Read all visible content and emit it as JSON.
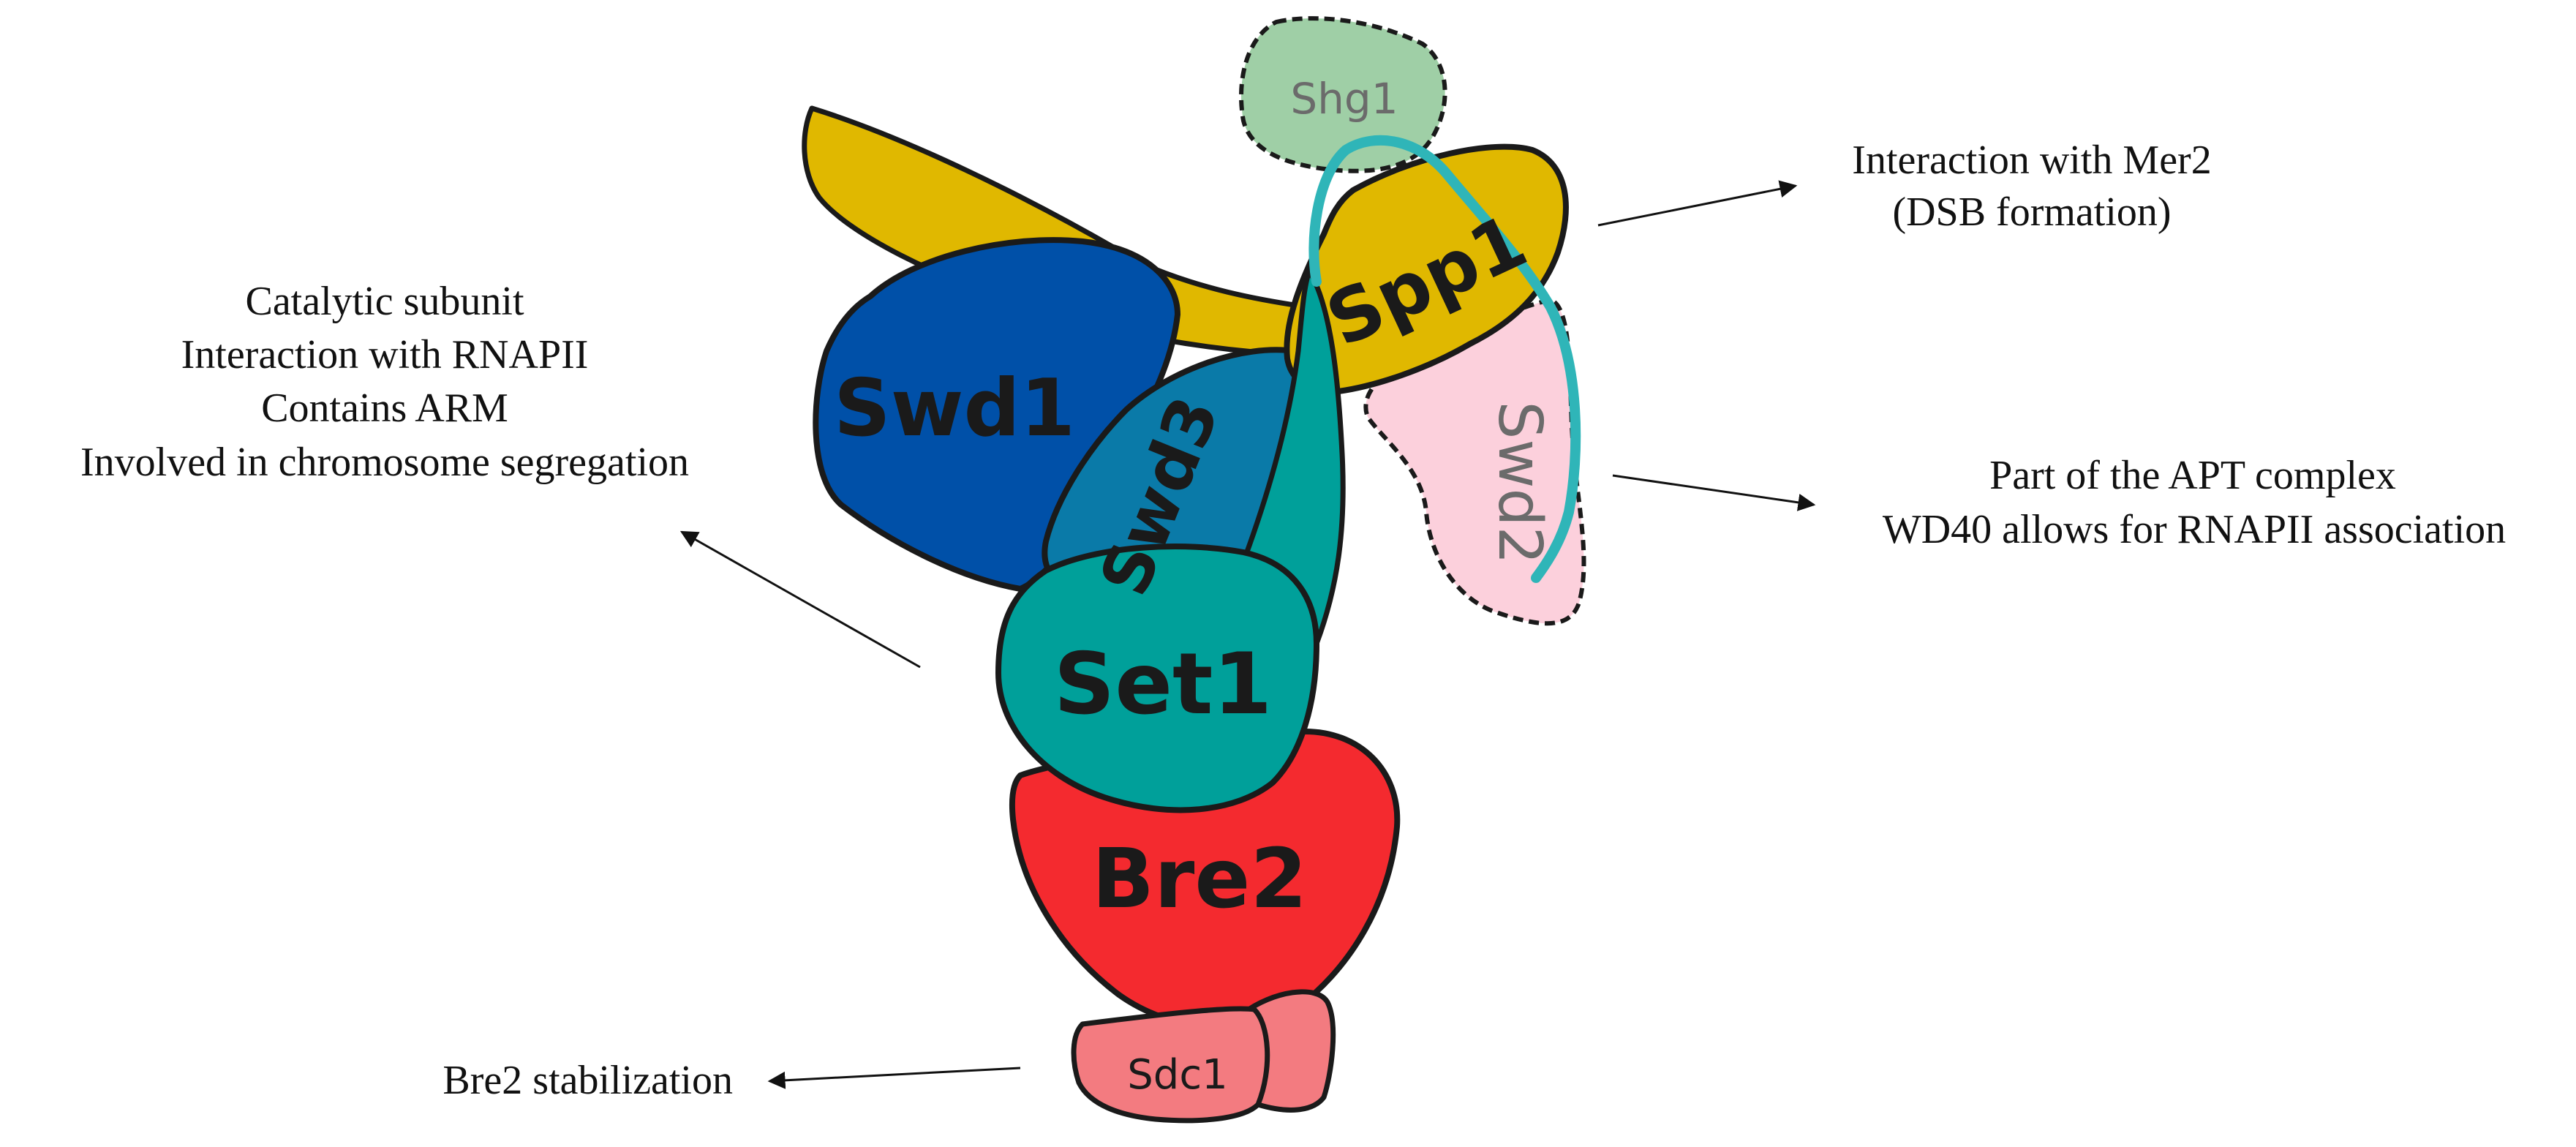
{
  "proteins": {
    "shg1": "Shg1",
    "spp1": "Spp1",
    "swd1": "Swd1",
    "swd3": "Swd3",
    "swd2": "Swd2",
    "set1": "Set1",
    "bre2": "Bre2",
    "sdc1": "Sdc1"
  },
  "annotations": {
    "spp1_line1": "Interaction with Mer2",
    "spp1_line2": "(DSB formation)",
    "set1_line1": "Catalytic subunit",
    "set1_line2": "Interaction with RNAPII",
    "set1_line3": "Contains ARM",
    "set1_line4": "Involved in chromosome segregation",
    "swd2_line1": "Part of the APT complex",
    "swd2_line2": "WD40 allows for RNAPII association",
    "sdc1_line1": "Bre2 stabilization"
  },
  "colors": {
    "shg1": "#9fcfa6",
    "spp1": "#e0b800",
    "swd1": "#0050a8",
    "swd3": "#0a7aa8",
    "swd2": "#fcd0dc",
    "set1": "#00a09a",
    "bre2": "#f42a2f",
    "sdc1": "#f37b80",
    "tether": "#2fb5b8",
    "outline": "#1a1a1a"
  }
}
